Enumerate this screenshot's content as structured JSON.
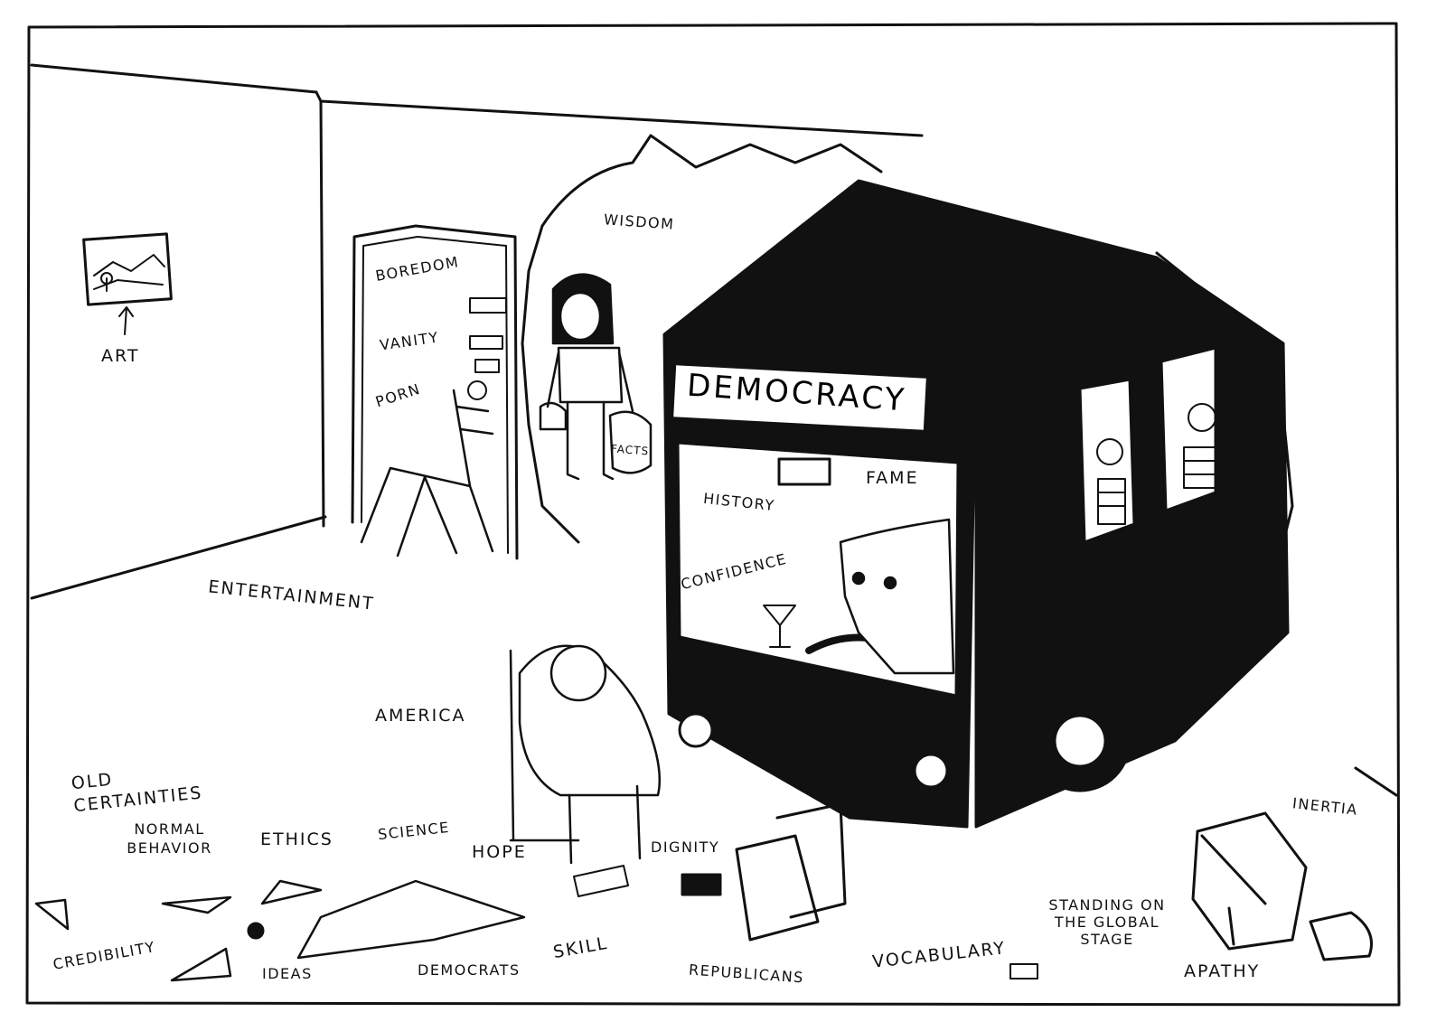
{
  "labels": {
    "art": "ART",
    "boredom": "BOREDOM",
    "vanity": "VANITY",
    "porn": "PORN",
    "wisdom": "WISDOM",
    "facts": "FACTS",
    "democracy": "DEMOCRACY",
    "history": "HISTORY",
    "fame": "FAME",
    "confidence": "CONFIDENCE",
    "entertainment": "ENTERTAINMENT",
    "america": "AMERICA",
    "old_certainties": "OLD CERTAINTIES",
    "normal_behavior": "NORMAL BEHAVIOR",
    "ethics": "ETHICS",
    "science": "SCIENCE",
    "hope": "HOPE",
    "dignity": "DIGNITY",
    "inertia": "INERTIA",
    "credibility": "CREDIBILITY",
    "ideas": "IDEAS",
    "democrats": "DEMOCRATS",
    "skill": "SKILL",
    "republicans": "REPUBLICANS",
    "vocabulary": "VOCABULARY",
    "standing_on_the_global_stage": "STANDING ON THE GLOBAL STAGE",
    "apathy": "APATHY"
  },
  "colors": {
    "ink": "#111111",
    "paper": "#ffffff"
  }
}
